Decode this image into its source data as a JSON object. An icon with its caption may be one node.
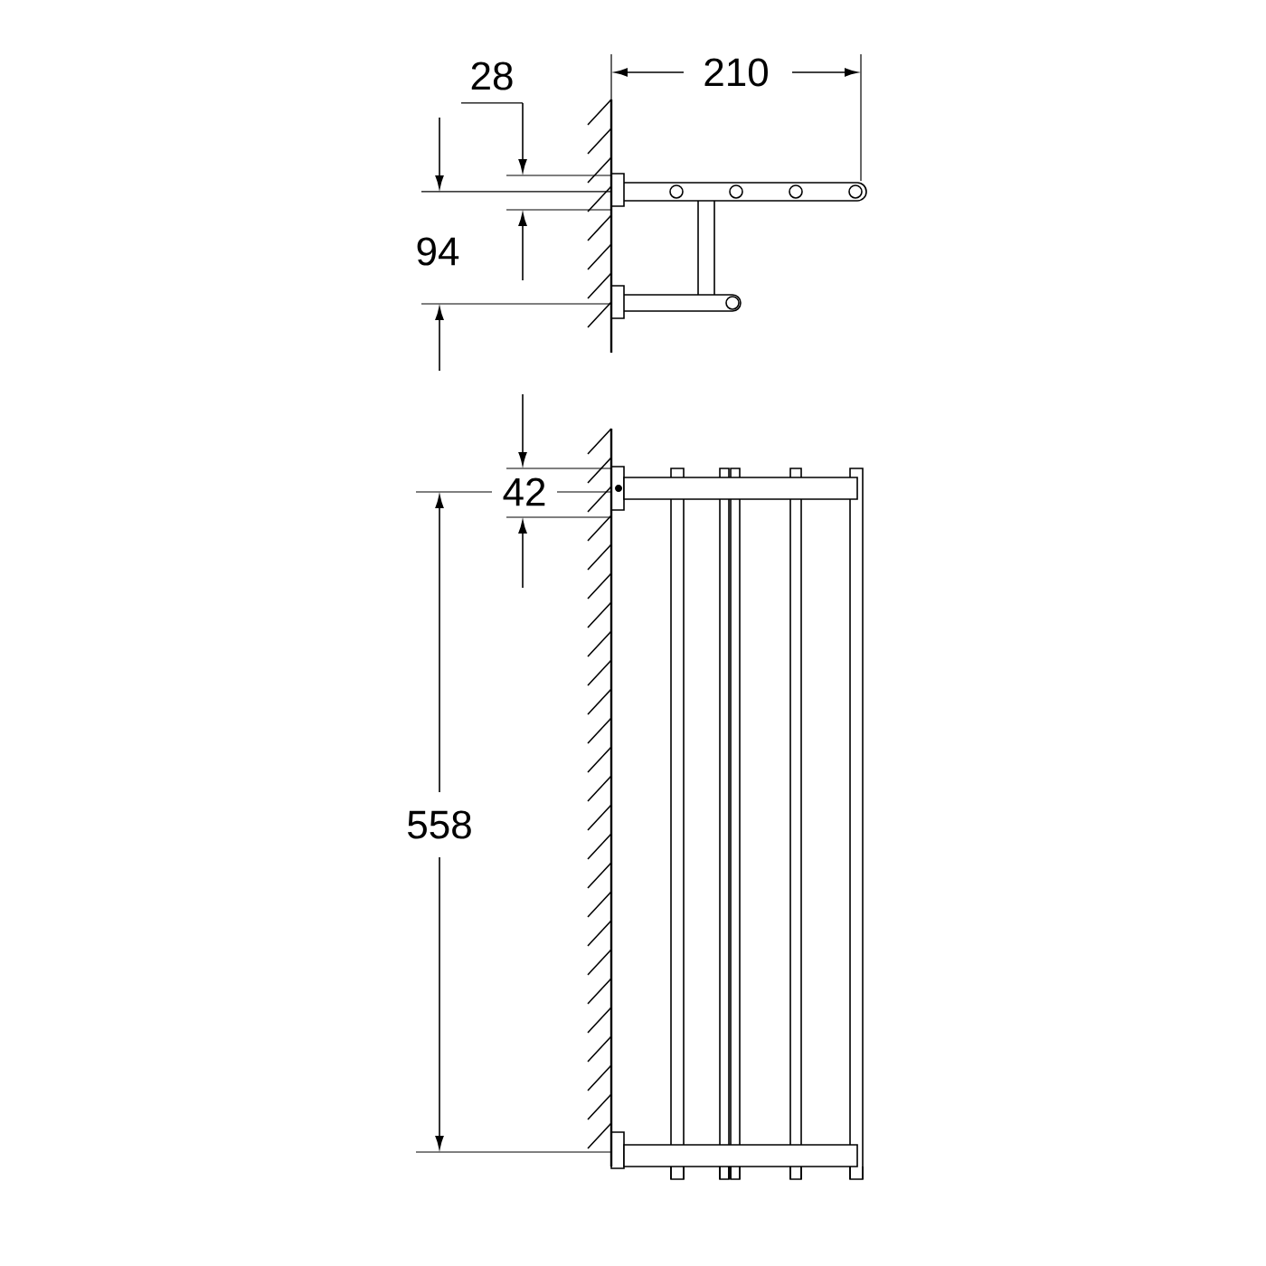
{
  "diagram": {
    "labels": [
      "28",
      "210",
      "94",
      "42",
      "558"
    ]
  }
}
